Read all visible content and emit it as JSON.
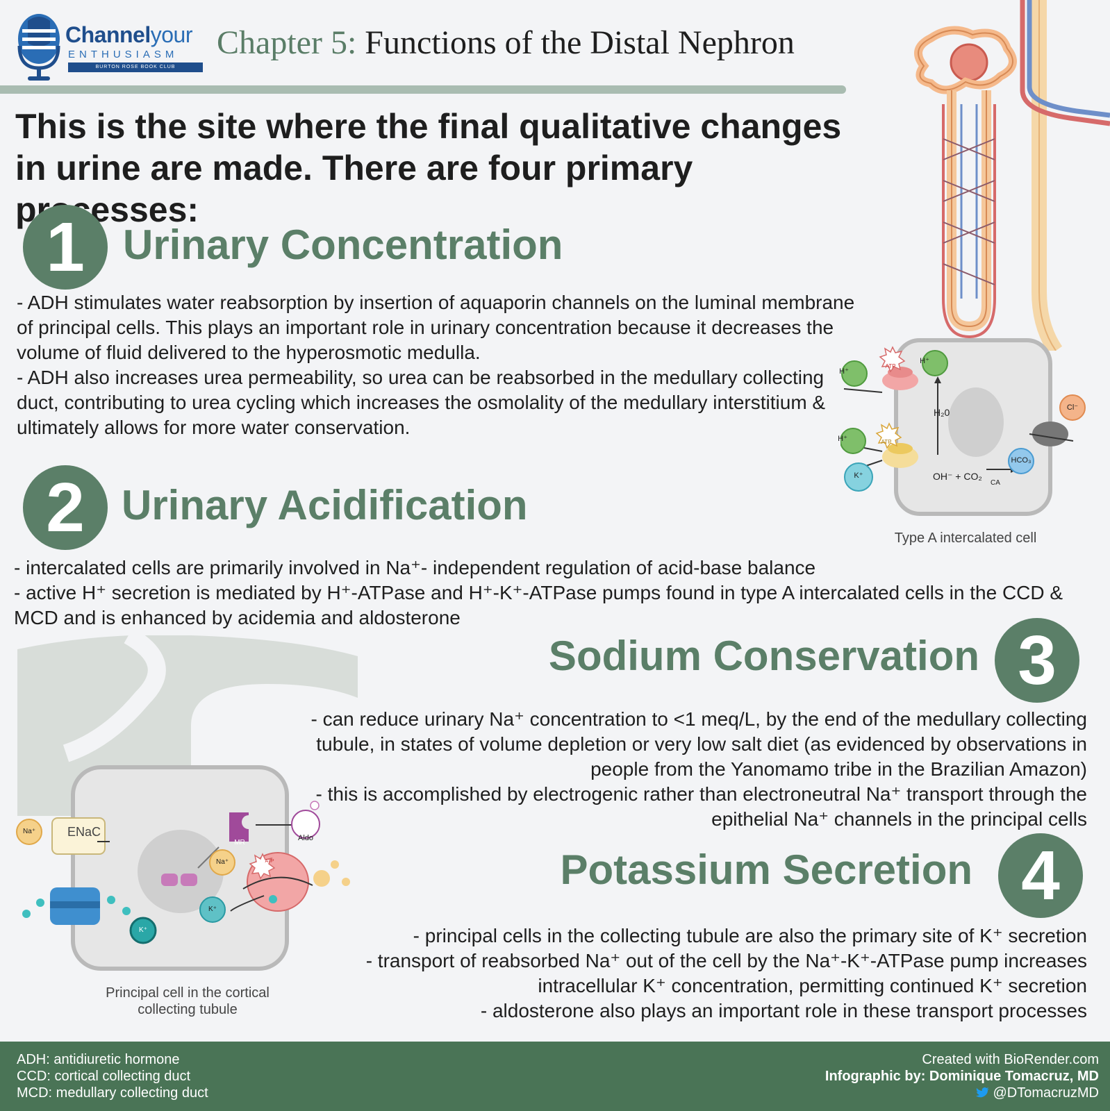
{
  "header": {
    "logo": {
      "brand_part1": "Channel",
      "brand_part2": "your",
      "sub": "ENTHUSIASM",
      "club": "BURTON ROSE BOOK CLUB"
    },
    "chapter_label": "Chapter 5:",
    "chapter_title": "Functions of the Distal Nephron"
  },
  "intro": "This is the site where the final qualitative changes in urine are made. There are four primary processes:",
  "sections": [
    {
      "number": "1",
      "title": "Urinary Concentration",
      "lines": [
        "- ADH stimulates water reabsorption by insertion of aquaporin channels on the luminal membrane of principal cells. This plays an important role in urinary concentration because it decreases the volume of fluid delivered to the hyperosmotic medulla.",
        "- ADH also increases urea permeability, so urea can be reabsorbed in the medullary collecting duct, contributing to urea cycling which increases the osmolality of the medullary interstitium & ultimately allows for more water conservation."
      ]
    },
    {
      "number": "2",
      "title": "Urinary Acidification",
      "lines": [
        "- intercalated cells are primarily involved in Na⁺- independent regulation of acid-base balance",
        "- active H⁺ secretion is mediated by H⁺-ATPase and H⁺-K⁺-ATPase pumps found in type A intercalated cells in the CCD & MCD and is enhanced by acidemia and aldosterone"
      ]
    },
    {
      "number": "3",
      "title": "Sodium Conservation",
      "lines": [
        "- can reduce urinary Na⁺ concentration to <1 meq/L, by the end of the medullary collecting tubule, in states of volume depletion or very low salt diet (as evidenced by observations in people from the Yanomamo tribe in the Brazilian Amazon)",
        "- this is accomplished by electrogenic rather than electroneutral Na⁺ transport through the epithelial Na⁺ channels in the principal cells"
      ]
    },
    {
      "number": "4",
      "title": "Potassium Secretion",
      "lines": [
        "- principal cells in the collecting tubule are also the primary site of K⁺ secretion",
        "- transport of reabsorbed Na⁺ out of the cell by the Na⁺-K⁺-ATPase pump increases intracellular K⁺ concentration, permitting continued K⁺ secretion",
        "- aldosterone also plays an important role in these transport processes"
      ]
    }
  ],
  "intercalated_cell": {
    "caption": "Type A intercalated cell",
    "labels": {
      "h": "H⁺",
      "k": "K⁺",
      "cl": "Cl⁻",
      "hco3": "HCO₃",
      "atp": "ATP",
      "h2o": "H₂0",
      "reaction": "OH⁻ + CO₂",
      "ca": "CA"
    }
  },
  "principal_cell": {
    "caption_line1": "Principal cell in the cortical",
    "caption_line2": "collecting tubule",
    "labels": {
      "na": "Na⁺",
      "enac": "ENaC",
      "mr": "MR",
      "aldo": "Aldo",
      "k": "K⁺",
      "atp": "ATP"
    }
  },
  "footer": {
    "abbreviations": [
      "ADH: antidiuretic hormone",
      "CCD: cortical collecting duct",
      "MCD: medullary collecting duct"
    ],
    "credit_line1": "Created with BioRender.com",
    "credit_line2": "Infographic by: Dominique Tomacruz, MD",
    "twitter": "@DTomacruzMD"
  },
  "colors": {
    "accent_green": "#5b7f68",
    "footer_green": "#4a7456",
    "rule": "#a9bcb1",
    "brand_blue": "#1f4e8c"
  }
}
